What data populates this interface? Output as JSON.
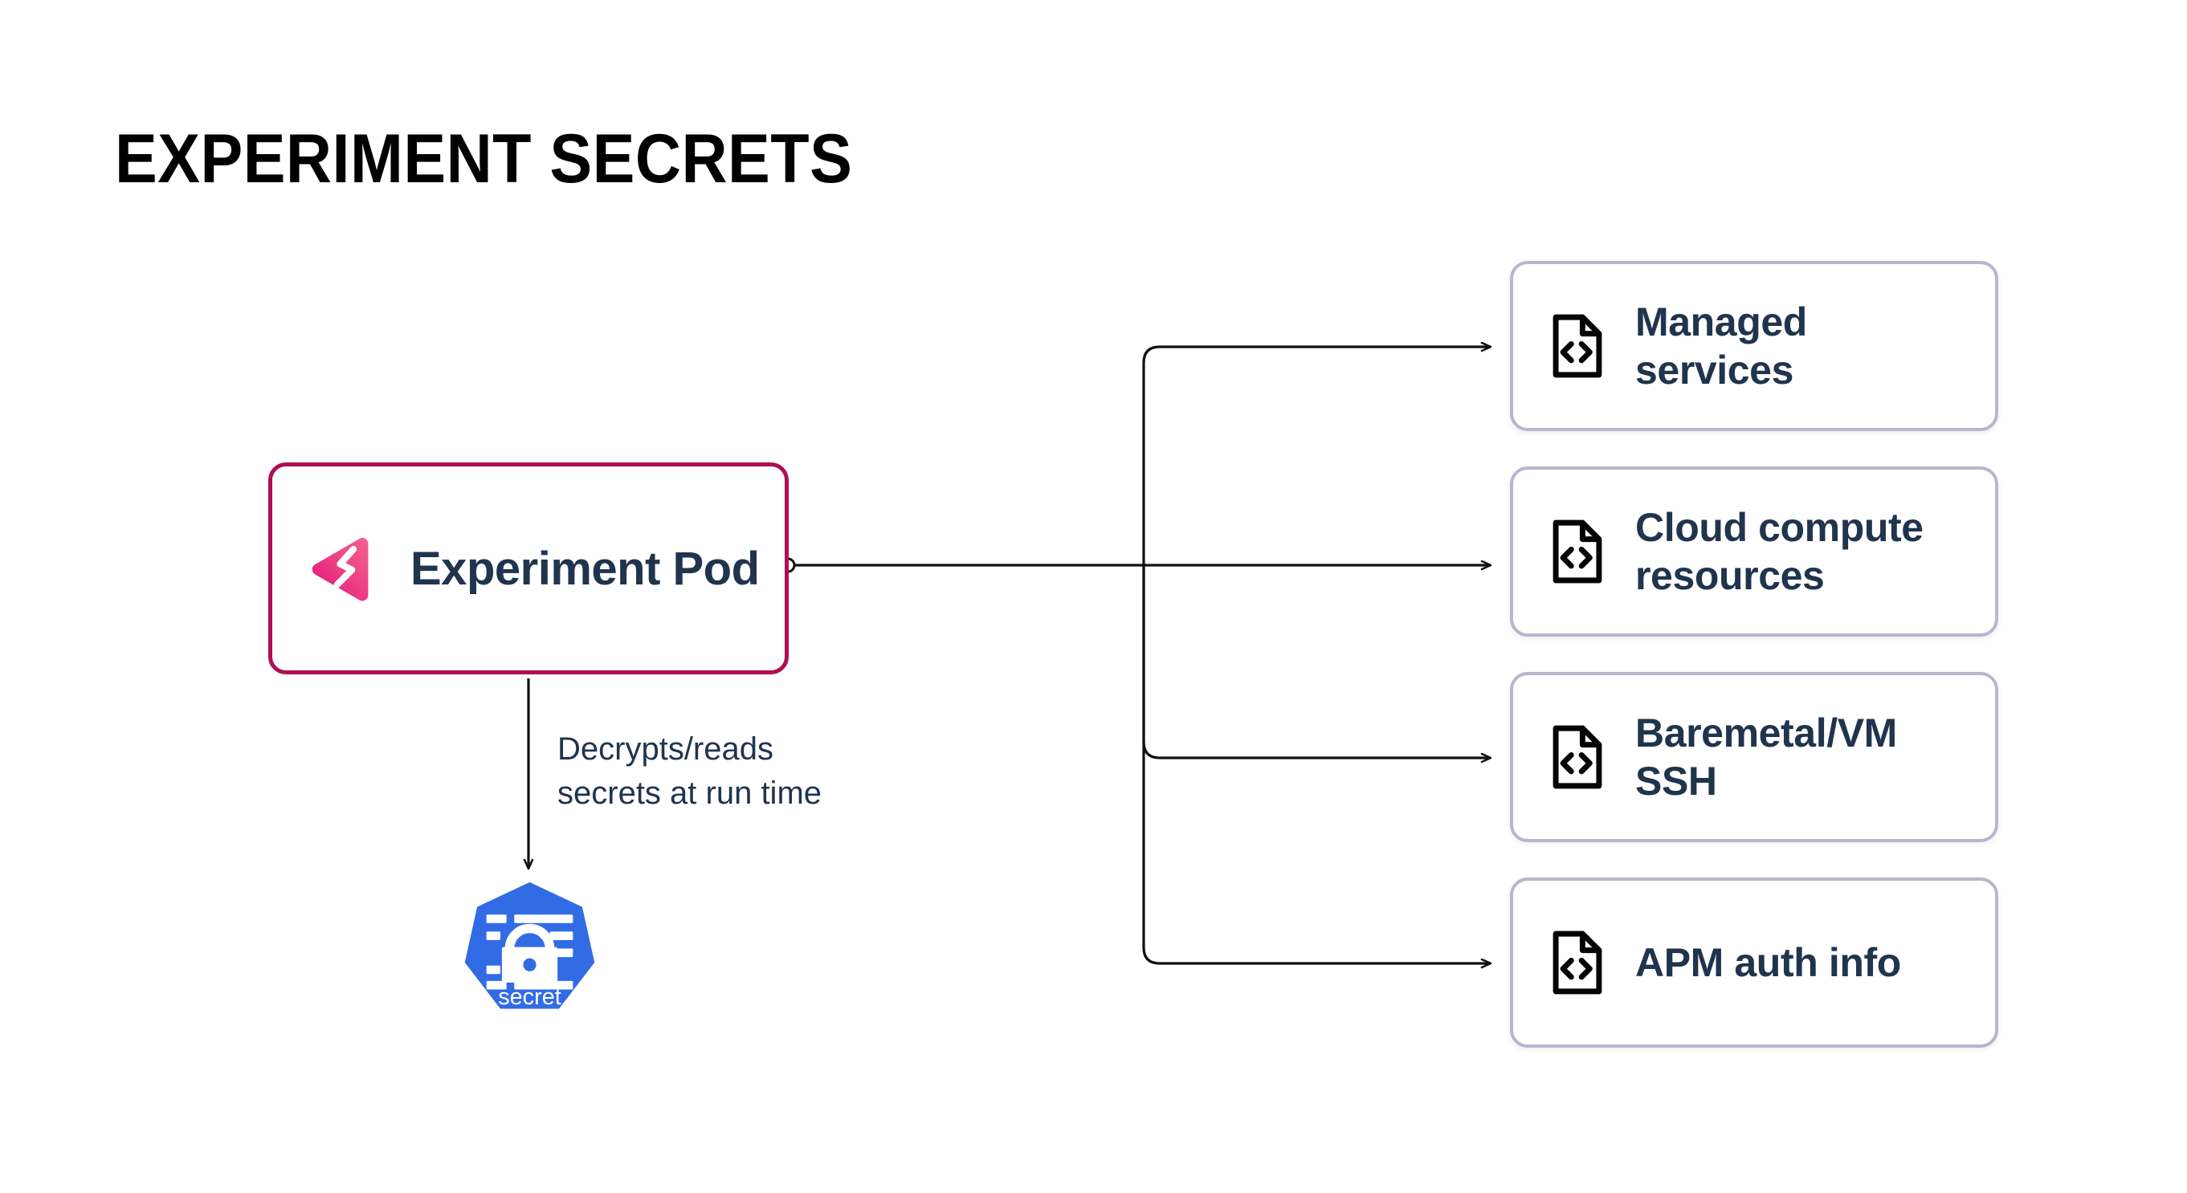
{
  "page": {
    "title": "EXPERIMENT SECRETS",
    "background": "#ffffff"
  },
  "colors": {
    "pod_border": "#AE0E54",
    "pod_logo_light": "#F4628F",
    "pod_logo_dark": "#E0127E",
    "text_navy": "#20344E",
    "card_border": "#B6B6CE",
    "kubernetes_blue": "#326CE5",
    "connector": "#111111"
  },
  "pod": {
    "label": "Experiment Pod",
    "logo_icon": "gremlin-logo-icon",
    "port_icon": "connection-port-icon"
  },
  "annotation": {
    "line1": "Decrypts/reads",
    "line2": "secrets at run time"
  },
  "secret": {
    "label": "secret",
    "icon": "kubernetes-secret-icon"
  },
  "cards": [
    {
      "id": "managed-services",
      "label_line1": "Managed",
      "label_line2": "services",
      "icon": "code-file-icon"
    },
    {
      "id": "cloud-compute-resources",
      "label_line1": "Cloud compute",
      "label_line2": "resources",
      "icon": "code-file-icon"
    },
    {
      "id": "baremetal-vm-ssh",
      "label_line1": "Baremetal/VM",
      "label_line2": "SSH",
      "icon": "code-file-icon"
    },
    {
      "id": "apm-auth-info",
      "label_line1": "APM auth info",
      "label_line2": "",
      "icon": "code-file-icon"
    }
  ],
  "chart_data": {
    "type": "diagram",
    "title": "EXPERIMENT SECRETS",
    "nodes": [
      {
        "id": "experiment-pod",
        "label": "Experiment Pod",
        "shape": "rounded-rect",
        "border_color": "#AE0E54"
      },
      {
        "id": "k8s-secret",
        "label": "secret",
        "shape": "heptagon",
        "fill": "#326CE5"
      },
      {
        "id": "managed-services",
        "label": "Managed services",
        "shape": "rounded-rect",
        "border_color": "#B6B6CE"
      },
      {
        "id": "cloud-compute-resources",
        "label": "Cloud compute resources",
        "shape": "rounded-rect",
        "border_color": "#B6B6CE"
      },
      {
        "id": "baremetal-vm-ssh",
        "label": "Baremetal/VM SSH",
        "shape": "rounded-rect",
        "border_color": "#B6B6CE"
      },
      {
        "id": "apm-auth-info",
        "label": "APM auth info",
        "shape": "rounded-rect",
        "border_color": "#B6B6CE"
      }
    ],
    "edges": [
      {
        "from": "experiment-pod",
        "to": "k8s-secret",
        "label": "Decrypts/reads secrets at run time",
        "arrow": true
      },
      {
        "from": "experiment-pod",
        "to": "managed-services",
        "label": "",
        "arrow": true
      },
      {
        "from": "experiment-pod",
        "to": "cloud-compute-resources",
        "label": "",
        "arrow": true
      },
      {
        "from": "experiment-pod",
        "to": "baremetal-vm-ssh",
        "label": "",
        "arrow": true
      },
      {
        "from": "experiment-pod",
        "to": "apm-auth-info",
        "label": "",
        "arrow": true
      }
    ]
  }
}
